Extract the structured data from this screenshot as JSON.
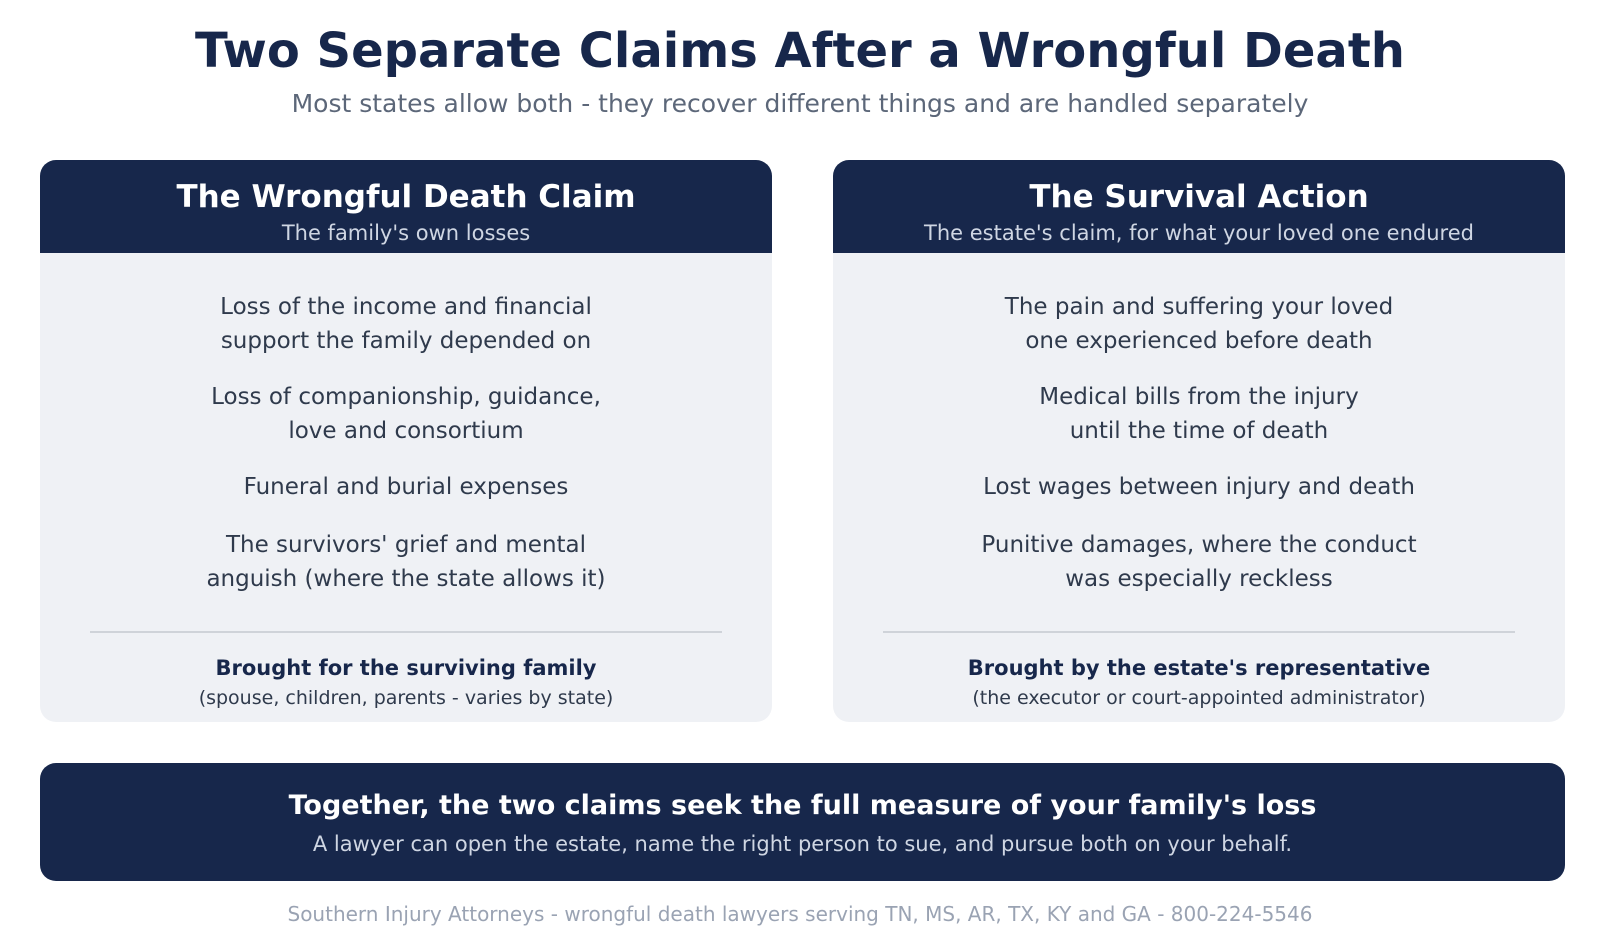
{
  "header": {
    "title": "Two Separate Claims After a Wrongful Death",
    "subtitle": "Most states allow both - they recover different things and are handled separately"
  },
  "wrongful_death": {
    "title": "The Wrongful Death Claim",
    "subtitle": "The family's own losses",
    "items": [
      [
        "Loss of the income and financial",
        "support the family depended on"
      ],
      [
        "Loss of companionship, guidance,",
        "love and consortium"
      ],
      [
        "Funeral and burial expenses"
      ],
      [
        "The survivors' grief and mental",
        "anguish (where the state allows it)"
      ]
    ],
    "footer_strong": "Brought for the surviving family",
    "footer_note": "(spouse, children, parents - varies by state)"
  },
  "survival_action": {
    "title": "The Survival Action",
    "subtitle": "The estate's claim, for what your loved one endured",
    "items": [
      [
        "The pain and suffering your loved",
        "one experienced before death"
      ],
      [
        "Medical bills from the injury",
        "until the time of death"
      ],
      [
        "Lost wages between injury and death"
      ],
      [
        "Punitive damages, where the conduct",
        "was especially reckless"
      ]
    ],
    "footer_strong": "Brought by the estate's representative",
    "footer_note": "(the executor or court-appointed administrator)"
  },
  "banner": {
    "title": "Together, the two claims seek the full measure of your family's loss",
    "subtitle": "A lawyer can open the estate, name the right person to sue, and pursue both on your behalf."
  },
  "footer": {
    "text": "Southern Injury Attorneys - wrongful death lawyers serving TN, MS, AR, TX, KY and GA - 800-224-5546"
  },
  "colors": {
    "navy": "#17274b",
    "card_background": "#eff1f5",
    "body_text": "#2f3a4c",
    "muted_text": "#5c6779",
    "footer_text": "#9aa3b3"
  }
}
